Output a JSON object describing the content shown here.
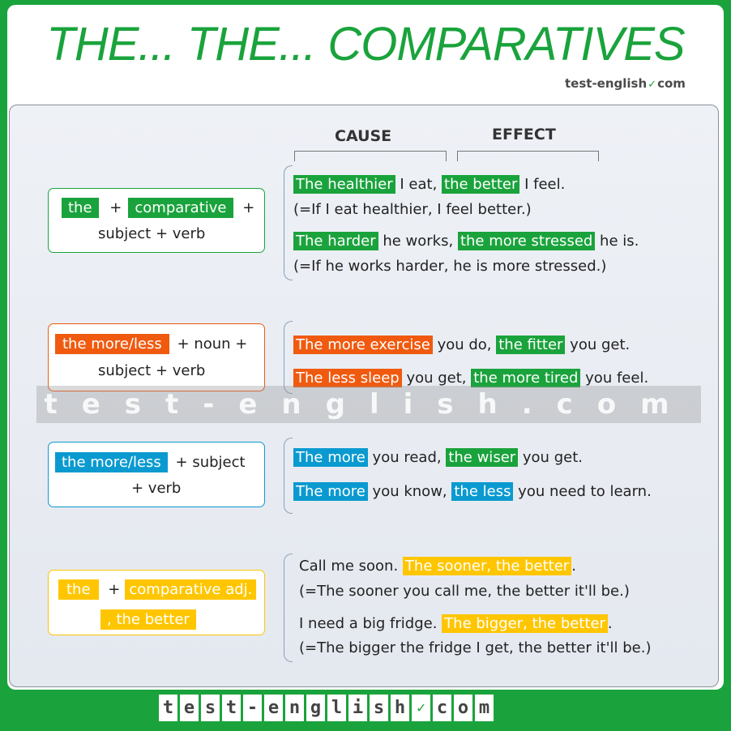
{
  "title": "THE... THE... COMPARATIVES",
  "logo": {
    "text1": "test-english",
    "text2": "com",
    "check": "✓"
  },
  "headers": {
    "cause": "CAUSE",
    "effect": "EFFECT"
  },
  "watermark": "test-english.com",
  "footer_tiles": [
    "t",
    "e",
    "s",
    "t",
    "-",
    "e",
    "n",
    "g",
    "l",
    "i",
    "s",
    "h",
    "✓",
    "c",
    "o",
    "m"
  ],
  "colors": {
    "green": "#1aa33c",
    "orange": "#f05a0f",
    "blue": "#0a9ad0",
    "yellow": "#ffc600"
  },
  "sections": [
    {
      "rule": {
        "tag1": "the",
        "plus1": "+",
        "tag2": "comparative",
        "plus2": "+",
        "line2": "subject + verb"
      },
      "examples": [
        {
          "h1": "The healthier",
          "t1": " I eat, ",
          "h2": "the better",
          "t2": " I feel."
        },
        {
          "note": "(=If I eat healthier, I feel better.)"
        },
        {
          "h1": "The harder",
          "t1": " he works, ",
          "h2": "the more stressed",
          "t2": " he is."
        },
        {
          "note": "(=If he works harder, he is more stressed.)"
        }
      ]
    },
    {
      "rule": {
        "tag1": "the more/less",
        "rest": "+ noun +",
        "line2": "subject + verb"
      },
      "examples": [
        {
          "h1": "The more exercise",
          "t1": " you do, ",
          "h2": "the fitter",
          "t2": " you get."
        },
        {
          "h1": "The less sleep",
          "t1": " you get, ",
          "h2": "the more tired",
          "t2": " you feel."
        }
      ]
    },
    {
      "rule": {
        "tag1": "the more/less",
        "rest": "+ subject",
        "line2": "+ verb"
      },
      "examples": [
        {
          "h1": "The more",
          "t1": " you read, ",
          "h2": "the wiser",
          "t2": " you get."
        },
        {
          "h1": "The more",
          "t1": " you know, ",
          "h2": "the less",
          "t2": " you need to learn."
        }
      ]
    },
    {
      "rule": {
        "tag1": "the",
        "plus1": "+",
        "tag2": "comparative adj.",
        "tag3": ", the better"
      },
      "examples": [
        {
          "t0": "Call me soon. ",
          "h1": "The sooner, the better",
          "t1": "."
        },
        {
          "note": "(=The sooner you call me, the better it'll be.)"
        },
        {
          "t0": "I need a big fridge. ",
          "h1": "The bigger, the better",
          "t1": "."
        },
        {
          "note": "(=The bigger the fridge I get, the better it'll be.)"
        }
      ]
    }
  ]
}
